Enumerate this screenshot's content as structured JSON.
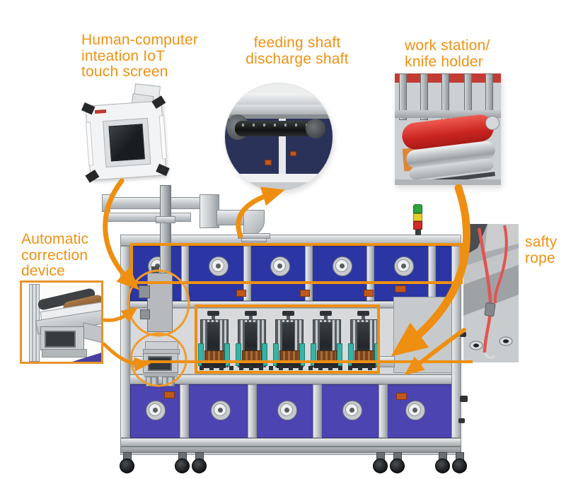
{
  "page": {
    "type": "annotated product diagram",
    "background": "#ffffff"
  },
  "accent_color": "#ee8f12",
  "callouts": [
    {
      "id": "touch-screen",
      "label": "Human-computer\ninteation IoT\ntouch screen"
    },
    {
      "id": "feeding-discharge-shaft",
      "label": "feeding shaft\ndischarge shaft"
    },
    {
      "id": "work-station-knife-holder",
      "label": "work station/\nknife holder"
    },
    {
      "id": "automatic-correction-device",
      "label": "Automatic\ncorrection\ndevice"
    },
    {
      "id": "safety-rope",
      "label": "safty\nrope"
    }
  ],
  "machine": {
    "description": "roll-to-roll die cutting machine illustration with five work stations, upper and lower vented cabinet panels, caster wheels, overhead HMI mounting arm and signal tower",
    "upper_panel_count": 5,
    "lower_panel_count": 5,
    "work_station_count": 5,
    "colors": {
      "upper_panels": "#2b36a4",
      "lower_panels": "#4c44b0",
      "frame_aluminum": "#c6c9cc",
      "station_teal": "#37b3a5",
      "station_brown": "#8a5a2a",
      "signal_green": "#2fa43c",
      "signal_yellow": "#e5ce2a",
      "signal_red": "#cf2b25",
      "work_station_roller_red": "#d23230",
      "safety_rope_red": "#e0554f",
      "highlight_orange": "#ee8f12"
    }
  }
}
